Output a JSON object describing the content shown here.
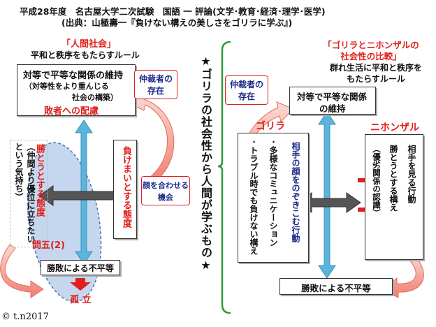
{
  "header": {
    "line1": "平成28年度　名古屋大学二次試験　国語 一 評論(文学･教育･経済･理学･医学)",
    "line2": "(出典：山極壽一『負けない構えの美しさをゴリラに学ぶ』)"
  },
  "left": {
    "label": "「人間社会」",
    "sub": "平和と秩序をもたらすルール",
    "top_box_title": "対等で平等な関係の維持",
    "top_box_sub1": "（対等性をより重んじる",
    "top_box_sub2": "社会の構築）",
    "loser": "敗者への配慮",
    "win_attitude": "勝とうとする態度",
    "win_paren": "（仲間より優位に立ちたいという気持ち）",
    "not_lose": "負けまいとする態度",
    "face_1": "顔を合わせる",
    "face_2": "機会",
    "arbiter_1": "仲裁者の",
    "arbiter_2": "存在",
    "question": "問五(2)",
    "bottom_box": "勝敗による不平等",
    "isolation": "孤 立"
  },
  "center": {
    "vertical": "★ゴリラの社会性から人間が学ぶもの★"
  },
  "right": {
    "label1": "「ゴリラとニホンザルの",
    "label2": "社会性の比較」",
    "sub1": "群れ生活に平和と秩序を",
    "sub2": "もたらすルール",
    "arbiter_1": "仲裁者の",
    "arbiter_2": "存在",
    "top_box_1": "対等で平等な関係",
    "top_box_2": "の維持",
    "gorilla": "ゴリラ",
    "monkey": "ニホンザル",
    "g_col1": "相手の顔をのぞきこむ行動",
    "g_col2": "･多様なコミュニケーション",
    "g_col3": "･トラブル時でも負けない構え",
    "m_col1": "相手を見る行動",
    "m_col2": "勝とうとする構え",
    "m_col3": "（優劣関係の認識）",
    "bottom_box": "勝敗による不平等"
  },
  "copyright": "© t.n2017",
  "colors": {
    "red": "#e0201c",
    "navy": "#1a2a8a",
    "blue_arrow": "#5ab4dc",
    "gray_arrow": "#555555",
    "ellipse_fill": "#c5d7ee",
    "ellipse_stroke": "#4a6fb5",
    "green_bracket": "#2c9a3a",
    "salmon": "#f0877a"
  }
}
